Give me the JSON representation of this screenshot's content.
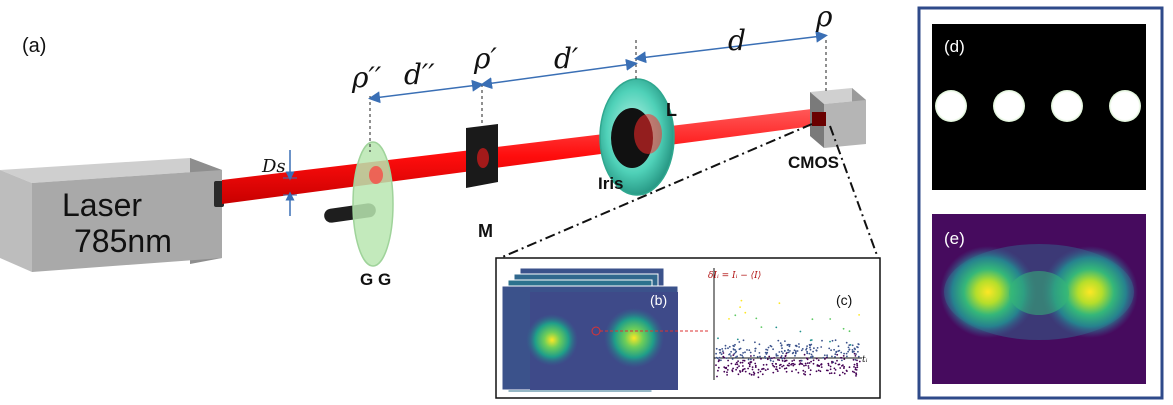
{
  "labels": {
    "panel_a": "(a)",
    "panel_b": "(b)",
    "panel_c": "(c)",
    "panel_d": "(d)",
    "panel_e": "(e)",
    "laser_line1": "Laser",
    "laser_line2": "785nm",
    "beam_size": "Ds",
    "grating": "G G",
    "mask": "M",
    "lens": "L",
    "iris": "Iris",
    "camera": "CMOS",
    "rho2": "ρ′′",
    "rho1": "ρ′",
    "rho0": "ρ",
    "d2": "d′′",
    "d1": "d′",
    "d0": "d",
    "fluct_formula": "δIᵢ = Iᵢ − ⟨I⟩",
    "fluct_axis": "tᵢ"
  },
  "colors": {
    "beam": "#ff1a1a",
    "laser_box": "#a9a9a9",
    "grating": "#b8e6b0",
    "lens": "#48c9b0",
    "panel_frame": "#2f4a8a",
    "arrow": "#3a6fb5",
    "viridis_dark": "#440154",
    "viridis_light": "#fde725"
  },
  "mask_spots": 4
}
